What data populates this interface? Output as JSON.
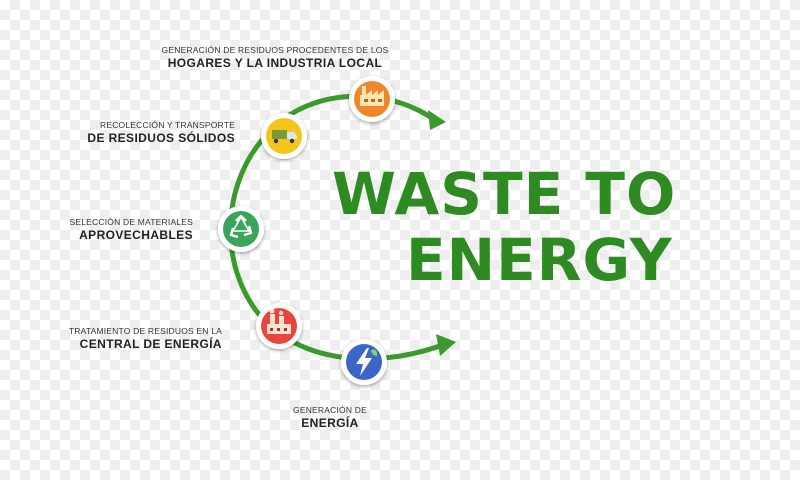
{
  "title": {
    "line1": "WASTE TO",
    "line2": "ENERGY"
  },
  "steps": [
    {
      "small": "GENERACIÓN DE RESIDUOS PROCEDENTES DE LOS",
      "big": "HOGARES Y LA INDUSTRIA LOCAL",
      "icon": "factory-icon"
    },
    {
      "small": "RECOLECCIÓN Y TRANSPORTE",
      "big": "DE RESIDUOS SÓLIDOS",
      "icon": "truck-icon"
    },
    {
      "small": "SELECCIÓN DE MATERIALES",
      "big": "APROVECHABLES",
      "icon": "recycle-icon"
    },
    {
      "small": "TRATAMIENTO DE RESIDUOS EN LA",
      "big": "CENTRAL DE ENERGÍA",
      "icon": "power-plant-icon"
    },
    {
      "small": "GENERACIÓN DE",
      "big": "ENERGÍA",
      "icon": "lightning-icon"
    }
  ],
  "colors": {
    "accent_green": "#3a9a2c",
    "title_green": "#2e8b22",
    "factory_bg": "#f0862a",
    "truck_bg": "#f4c51c",
    "recycle_bg": "#3aa45a",
    "plant_bg": "#e8463c",
    "energy_bg": "#3b66c8"
  }
}
